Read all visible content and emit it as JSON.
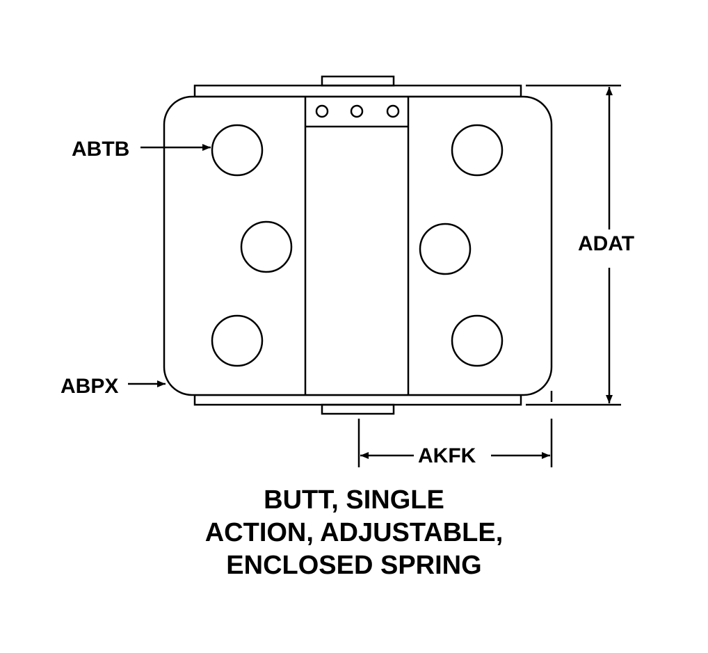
{
  "colors": {
    "line": "#000000",
    "background": "#ffffff"
  },
  "labels": {
    "abtb": "ABTB",
    "abpx": "ABPX",
    "adat": "ADAT",
    "akfk": "AKFK"
  },
  "caption": {
    "line1": "BUTT, SINGLE",
    "line2": "ACTION, ADJUSTABLE,",
    "line3": "ENCLOSED SPRING"
  }
}
